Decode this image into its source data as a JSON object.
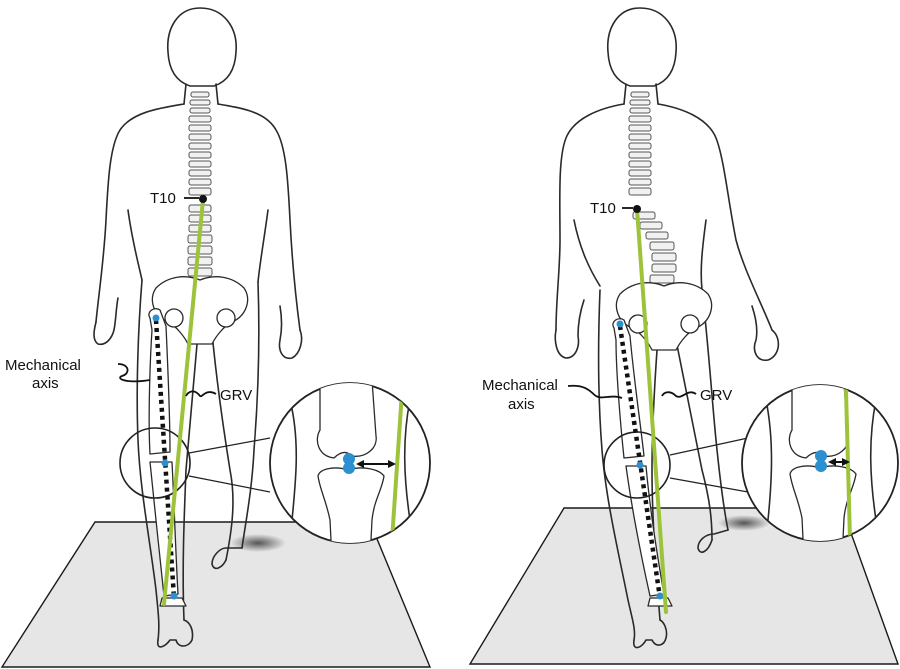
{
  "panels": [
    {
      "id": "left",
      "labels": {
        "vertebra": "T10",
        "axis_line1": "Mechanical",
        "axis_line2": "axis",
        "grv": "GRV"
      }
    },
    {
      "id": "right",
      "labels": {
        "vertebra": "T10",
        "axis_line1": "Mechanical",
        "axis_line2": "axis",
        "grv": "GRV"
      }
    }
  ],
  "colors": {
    "grv_line": "#9dc33b",
    "mechanical_axis": "#111111",
    "joint_markers": "#2b8fd0",
    "platform": "#e6e6e6"
  }
}
